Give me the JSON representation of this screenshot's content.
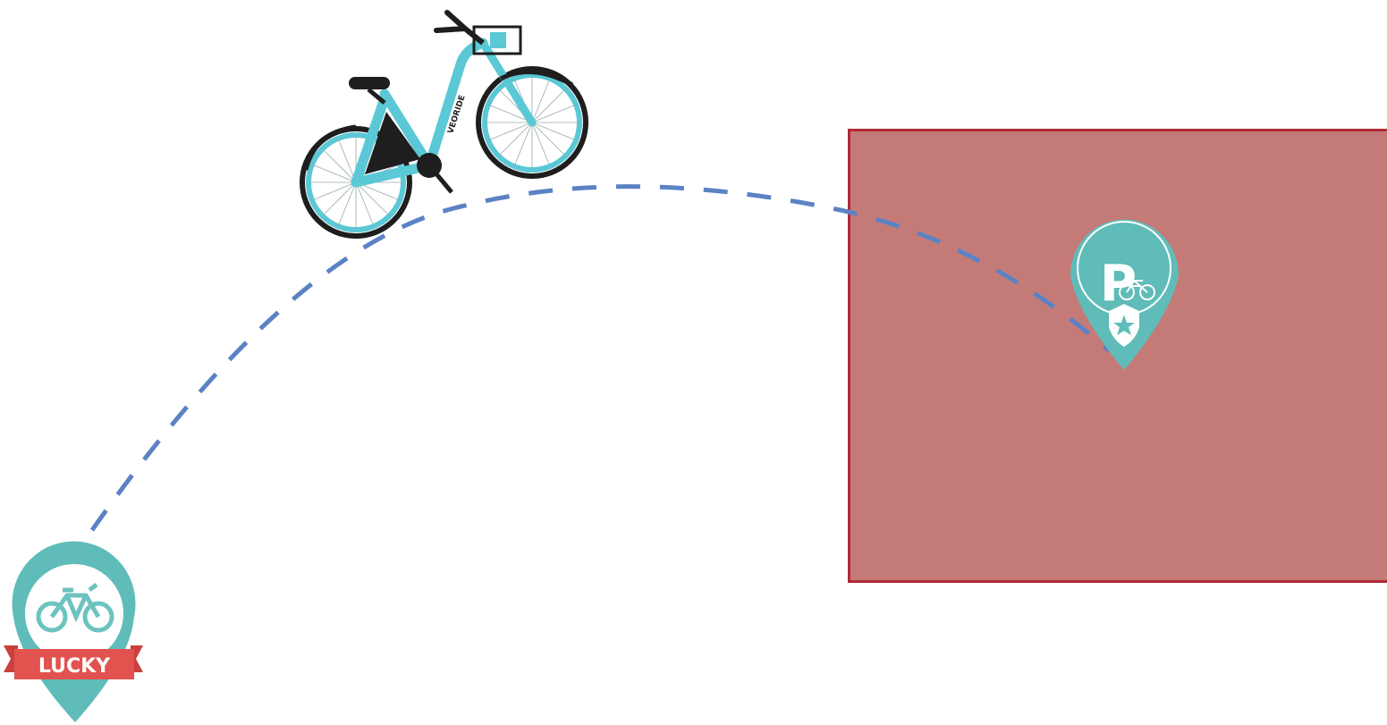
{
  "colors": {
    "route_dash": "#5b82c4",
    "zone_fill": "#c47b78",
    "zone_border": "#b02a36",
    "pin_teal": "#5fbcb8",
    "ribbon_red": "#e2524e",
    "bike_frame": "#5bc8d6",
    "bike_dark": "#1e1e1e"
  },
  "lucky_pin": {
    "icon": "bicycle-icon",
    "ribbon_text": "LUCKY"
  },
  "parking_pin": {
    "letter": "P",
    "icons": [
      "bicycle-icon",
      "shield-star-icon"
    ]
  },
  "bike": {
    "brand_text": "VEORIDE"
  },
  "route": {
    "style": "dashed"
  }
}
